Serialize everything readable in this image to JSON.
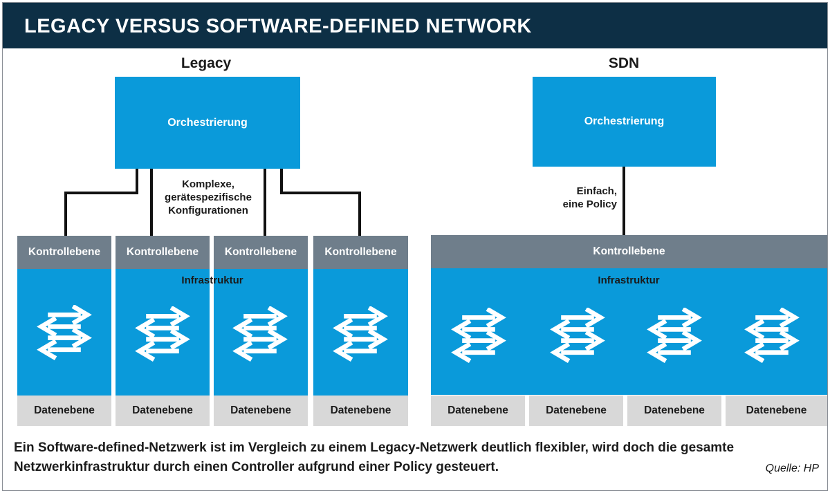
{
  "title": "LEGACY VERSUS SOFTWARE-DEFINED NETWORK",
  "legacy": {
    "label": "Legacy",
    "orchestration": "Orchestrierung",
    "note_lines": [
      "Komplexe,",
      "gerätespezifische",
      "Konfigurationen"
    ],
    "control_labels": [
      "Kontrollebene",
      "Kontrollebene",
      "Kontrollebene",
      "Kontrollebene"
    ],
    "infrastructure": "Infrastruktur",
    "data_labels": [
      "Datenebene",
      "Datenebene",
      "Datenebene",
      "Datenebene"
    ]
  },
  "sdn": {
    "label": "SDN",
    "orchestration": "Orchestrierung",
    "note_lines": [
      "Einfach,",
      "eine Policy"
    ],
    "control": "Kontrollebene",
    "infrastructure": "Infrastruktur",
    "data_labels": [
      "Datenebene",
      "Datenebene",
      "Datenebene",
      "Datenebene"
    ]
  },
  "caption_lines": [
    "Ein Software-defined-Netzwerk ist im Vergleich zu einem Legacy-Netzwerk deutlich flexibler, wird doch die gesamte",
    "Netzwerkinfrastruktur durch einen Controller aufgrund einer Policy gesteuert."
  ],
  "source": "Quelle: HP",
  "icons": {
    "switch": "switch-arrows-icon"
  },
  "colors": {
    "header": "#0d2f45",
    "accent_blue": "#0a9ada",
    "control_gray": "#6f7e8b",
    "data_gray": "#d8d8d8"
  }
}
